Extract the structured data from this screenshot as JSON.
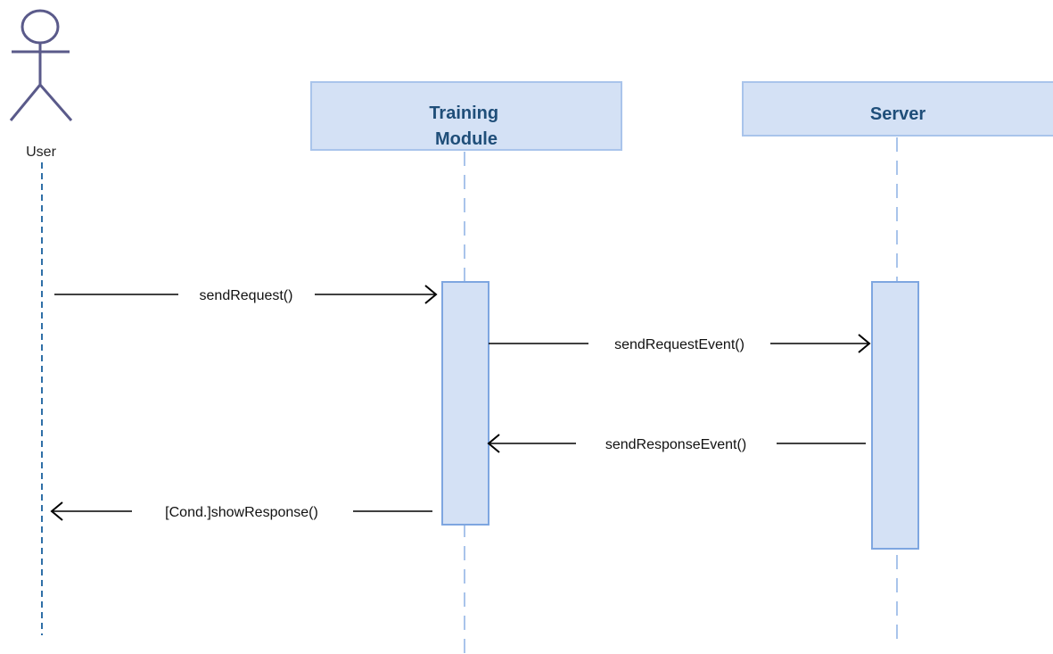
{
  "colors": {
    "lifeline_box_fill": "#d4e1f5",
    "lifeline_box_stroke": "#a9c4eb",
    "header_text": "#1f4e79",
    "activation_fill": "#d4e1f5",
    "activation_stroke": "#7ea6e0",
    "lifeline_dash": "#a9c4eb",
    "user_lifeline_dash": "#2f6fa7",
    "actor_stroke": "#5a5a8a",
    "message_line": "#000000"
  },
  "actor": {
    "label": "User",
    "icon": "stick-figure-icon"
  },
  "participants": [
    {
      "id": "training",
      "label_lines": [
        "Training",
        "Module"
      ]
    },
    {
      "id": "server",
      "label_lines": [
        "Server"
      ]
    }
  ],
  "messages": [
    {
      "from": "user",
      "to": "training",
      "label": "sendRequest()",
      "kind": "call"
    },
    {
      "from": "training",
      "to": "server",
      "label": "sendRequestEvent()",
      "kind": "call"
    },
    {
      "from": "server",
      "to": "training",
      "label": "sendResponseEvent()",
      "kind": "return"
    },
    {
      "from": "training",
      "to": "user",
      "label": "[Cond.]showResponse()",
      "kind": "return"
    }
  ]
}
